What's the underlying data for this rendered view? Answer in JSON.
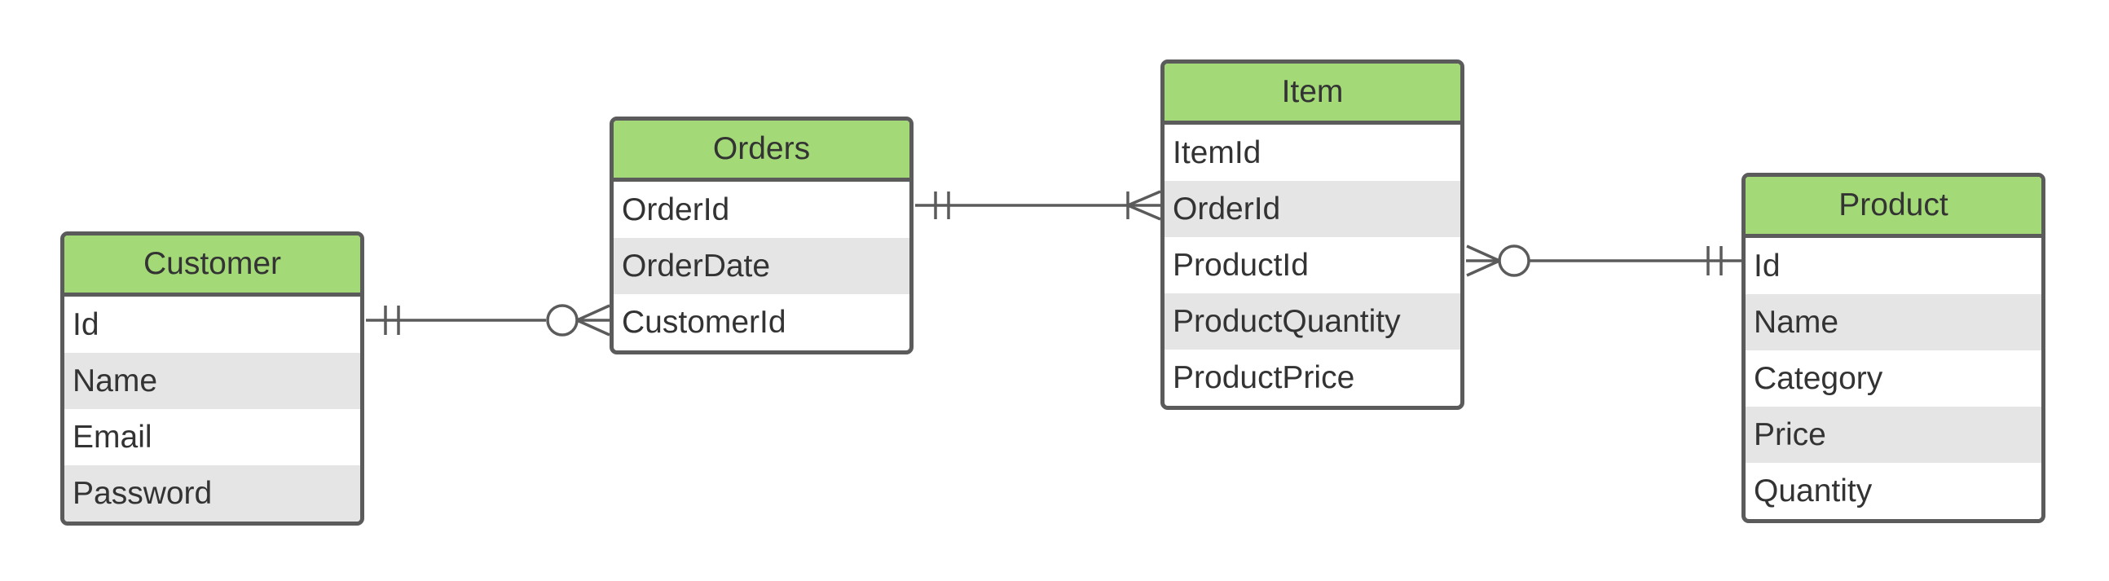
{
  "entities": {
    "customer": {
      "title": "Customer",
      "fields": [
        "Id",
        "Name",
        "Email",
        "Password"
      ]
    },
    "orders": {
      "title": "Orders",
      "fields": [
        "OrderId",
        "OrderDate",
        "CustomerId"
      ]
    },
    "item": {
      "title": "Item",
      "fields": [
        "ItemId",
        "OrderId",
        "ProductId",
        "ProductQuantity",
        "ProductPrice"
      ]
    },
    "product": {
      "title": "Product",
      "fields": [
        "Id",
        "Name",
        "Category",
        "Price",
        "Quantity"
      ]
    }
  },
  "relationships": [
    {
      "from": "Customer.Id",
      "from_cardinality": "one-and-only-one",
      "to": "Orders.CustomerId",
      "to_cardinality": "zero-or-many"
    },
    {
      "from": "Orders.OrderId",
      "from_cardinality": "one-and-only-one",
      "to": "Item.OrderId",
      "to_cardinality": "one-or-many"
    },
    {
      "from": "Item.ProductId",
      "from_cardinality": "zero-or-many",
      "to": "Product.Id",
      "to_cardinality": "one-and-only-one"
    }
  ],
  "colors": {
    "header": "#a3d977",
    "border": "#5b5b5b",
    "alt_row": "#e5e5e5",
    "text": "#333333"
  }
}
